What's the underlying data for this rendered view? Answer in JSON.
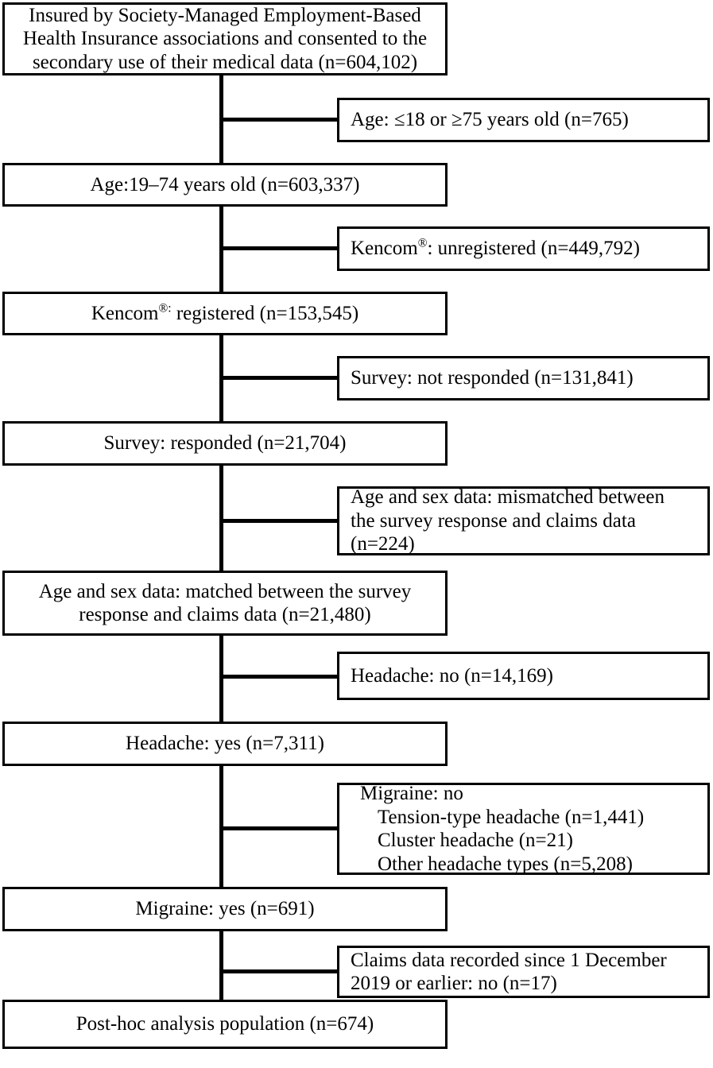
{
  "figure": {
    "type": "flow-diagram",
    "title": "Patient selection flow diagram",
    "stroke_color": "#000000",
    "fill_color": "#ffffff"
  },
  "nodes": {
    "source_population": {
      "label": "Insured by Society-Managed Employment-Based\nHealth Insurance associations and consented to the\nsecondary use of their medical data (n=604,102)",
      "n": "604,102",
      "align": "center"
    },
    "excluded_age": {
      "label": "Age: ≤18 or ≥75 years old (n=765)",
      "n": "765",
      "align": "left"
    },
    "age_eligible": {
      "label": "Age:19–74 years old (n=603,337)",
      "n": "603,337",
      "align": "center"
    },
    "excluded_kencom_unregistered": {
      "label_pre": "Kencom",
      "label_sup": "®",
      "label_post": ": unregistered (n=449,792)",
      "n": "449,792",
      "align": "left"
    },
    "kencom_registered": {
      "label_pre": "Kencom",
      "label_sup": "®:",
      "label_post": " registered (n=153,545)",
      "n": "153,545",
      "align": "center"
    },
    "excluded_survey_not_responded": {
      "label": "Survey: not responded (n=131,841)",
      "n": "131,841",
      "align": "left"
    },
    "survey_responded": {
      "label": "Survey: responded (n=21,704)",
      "n": "21,704",
      "align": "center"
    },
    "excluded_age_sex_mismatched": {
      "label": "Age and sex data: mismatched between\nthe survey response and claims data\n(n=224)",
      "n": "224",
      "align": "left"
    },
    "age_sex_matched": {
      "label": "Age and sex data: matched between the survey\nresponse and claims data (n=21,480)",
      "n": "21,480",
      "align": "center"
    },
    "excluded_headache_no": {
      "label": "Headache: no (n=14,169)",
      "n": "14,169",
      "align": "left"
    },
    "headache_yes": {
      "label": "Headache: yes (n=7,311)",
      "n": "7,311",
      "align": "center"
    },
    "excluded_migraine_no": {
      "heading": "Migraine: no",
      "items": [
        "Tension-type headache (n=1,441)",
        "Cluster headache (n=21)",
        "Other headache types (n=5,208)"
      ],
      "align": "left"
    },
    "migraine_yes": {
      "label": "Migraine: yes (n=691)",
      "n": "691",
      "align": "center"
    },
    "excluded_claims_date": {
      "label": "Claims data recorded since 1 December\n2019 or earlier: no (n=17)",
      "n": "17",
      "align": "left"
    },
    "final_population": {
      "label": "Post-hoc analysis population (n=674)",
      "n": "674",
      "align": "center"
    }
  }
}
